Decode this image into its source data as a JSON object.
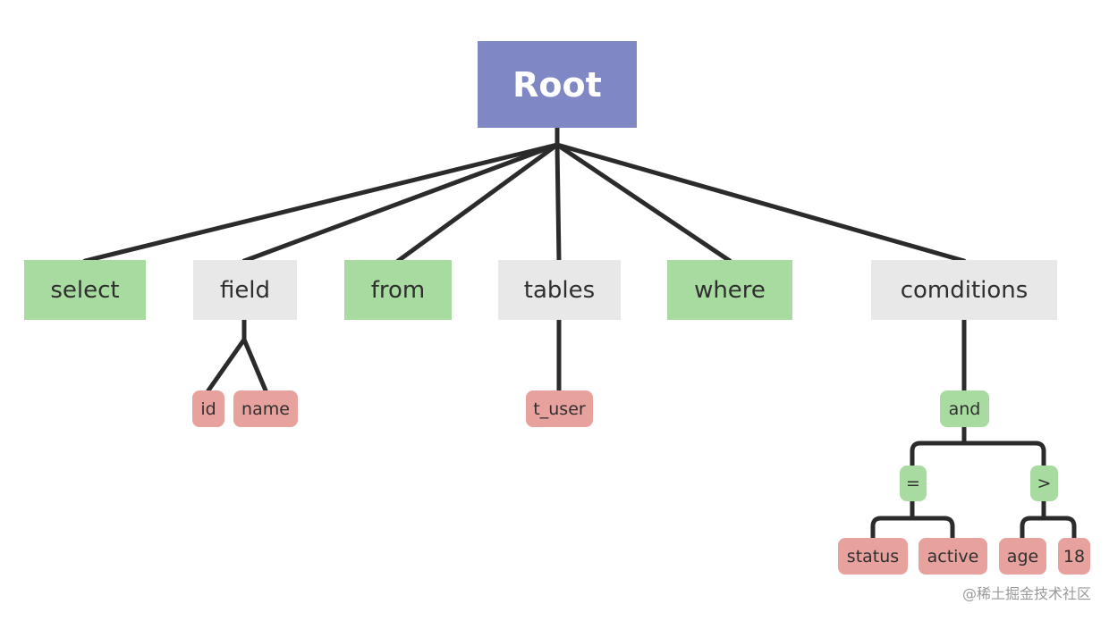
{
  "diagram": {
    "root": "Root",
    "level1": {
      "select": "select",
      "field": "field",
      "from": "from",
      "tables": "tables",
      "where": "where",
      "conditions": "comditions"
    },
    "field_children": [
      "id",
      "name"
    ],
    "tables_children": [
      "t_user"
    ],
    "conditions_tree": {
      "and": "and",
      "eq": "=",
      "gt": ">",
      "eq_children": [
        "status",
        "active"
      ],
      "gt_children": [
        "age",
        "18"
      ]
    },
    "colors": {
      "root": "#7f88c4",
      "keyword": "#a8dba0",
      "group": "#e8e8e8",
      "leaf": "#e8a29e",
      "edge": "#2b2b2b"
    }
  },
  "watermark": "@稀土掘金技术社区"
}
